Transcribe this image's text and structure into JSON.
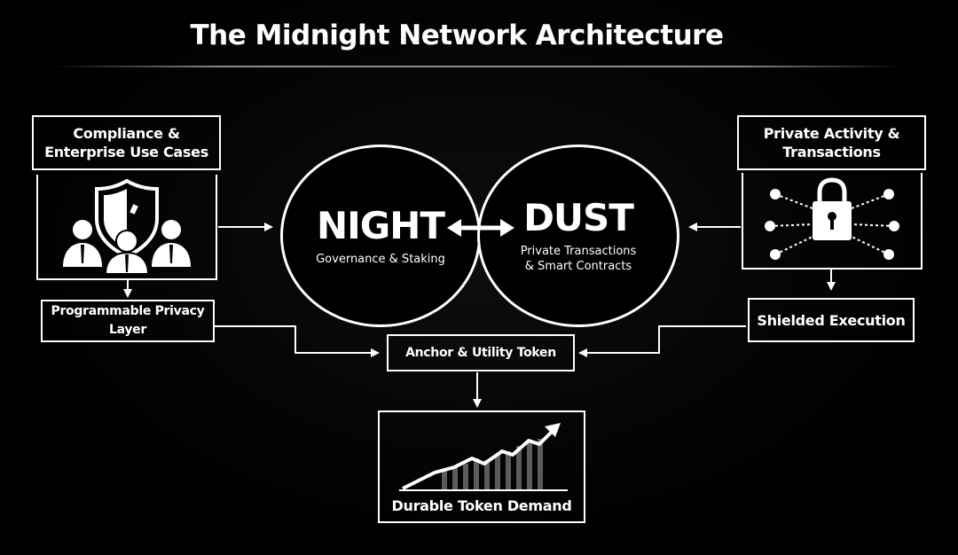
{
  "title": "The Midnight Network Architecture",
  "left_panel": {
    "heading_line1": "Compliance &",
    "heading_line2": "Enterprise Use Cases",
    "icon": "enterprise-people-shield-icon"
  },
  "right_panel": {
    "heading_line1": "Private Activity &",
    "heading_line2": "Transactions",
    "icon": "padlock-network-icon"
  },
  "night": {
    "title": "NIGHT",
    "subtitle": "Governance & Staking"
  },
  "dust": {
    "title": "DUST",
    "subtitle_line1": "Private Transactions",
    "subtitle_line2": "& Smart Contracts"
  },
  "privacy_layer": "Programmable Privacy Layer",
  "shielded_execution": "Shielded Execution",
  "anchor_token": "Anchor & Utility Token",
  "demand": {
    "label": "Durable Token Demand",
    "icon": "rising-trend-chart-icon"
  },
  "colors": {
    "background": "#000000",
    "foreground": "#ffffff"
  }
}
